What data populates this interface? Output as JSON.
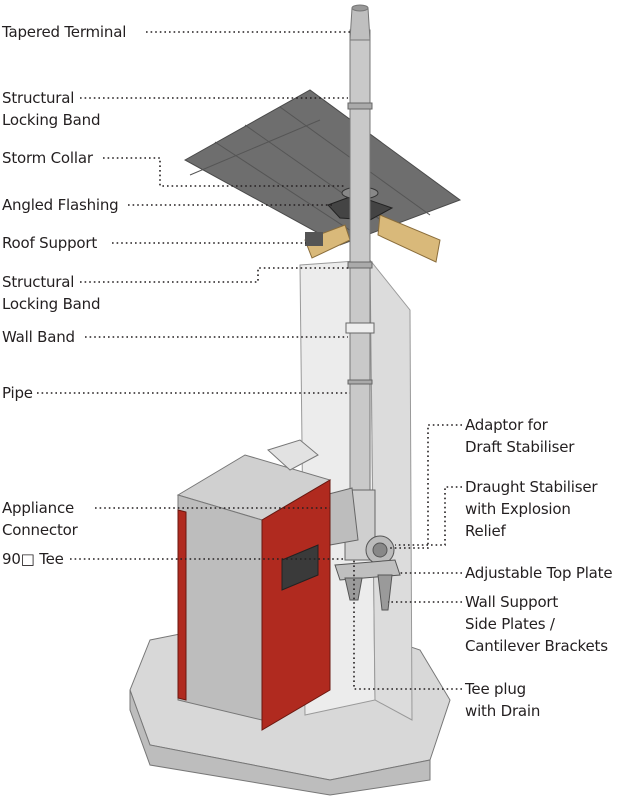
{
  "labels": {
    "tapered_terminal": "Tapered Terminal",
    "structural_locking_band_top": [
      "Structural",
      "Locking Band"
    ],
    "storm_collar": "Storm Collar",
    "angled_flashing": "Angled Flashing",
    "roof_support": "Roof Support",
    "structural_locking_band_lower": [
      "Structural",
      "Locking Band"
    ],
    "wall_band": "Wall Band",
    "pipe": "Pipe",
    "appliance_connector": [
      "Appliance",
      "Connector"
    ],
    "tee_90": "90□ Tee",
    "adaptor_draft_stabiliser": [
      "Adaptor for",
      "Draft Stabiliser"
    ],
    "draught_stabiliser": [
      "Draught Stabiliser",
      "with Explosion",
      "Relief"
    ],
    "adjustable_top_plate": "Adjustable Top Plate",
    "wall_support": [
      "Wall Support",
      "Side Plates /",
      "Cantilever Brackets"
    ],
    "tee_plug": [
      "Tee plug",
      "with Drain"
    ]
  },
  "colors": {
    "appliance_red": "#b02a1f",
    "steel": "#c9c9c9",
    "roof": "#6e6e6e",
    "timber": "#d9b97a",
    "wall": "#ececec",
    "line": "#231f20"
  }
}
